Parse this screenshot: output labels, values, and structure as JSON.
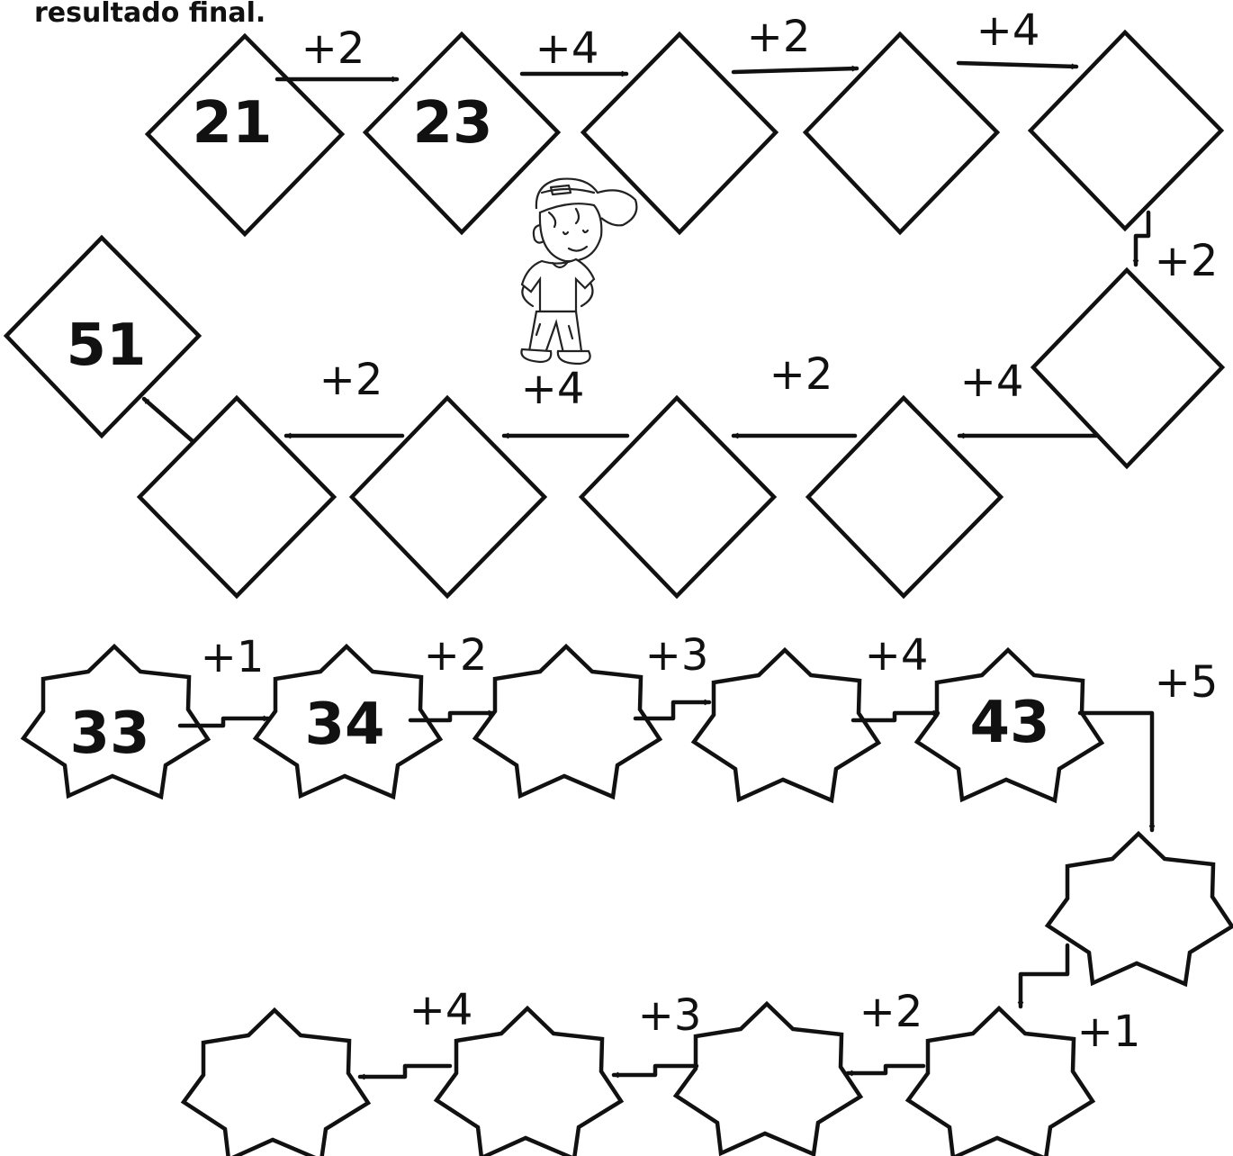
{
  "heading": "resultado final.",
  "diamond_sequence": {
    "cells": [
      "21",
      "23",
      "",
      "",
      "",
      "",
      "",
      "",
      "",
      "",
      "51"
    ],
    "steps": [
      "+2",
      "+4",
      "+2",
      "+4",
      "+2",
      "+4",
      "+2",
      "+4",
      "+2",
      ""
    ]
  },
  "star_sequence": {
    "cells": [
      "33",
      "34",
      "",
      "",
      "43",
      "",
      "",
      "",
      "",
      ""
    ],
    "steps": [
      "+1",
      "+2",
      "+3",
      "+4",
      "+5",
      "+1",
      "+2",
      "+3",
      "+4"
    ]
  },
  "illustration": "boy-with-cap"
}
